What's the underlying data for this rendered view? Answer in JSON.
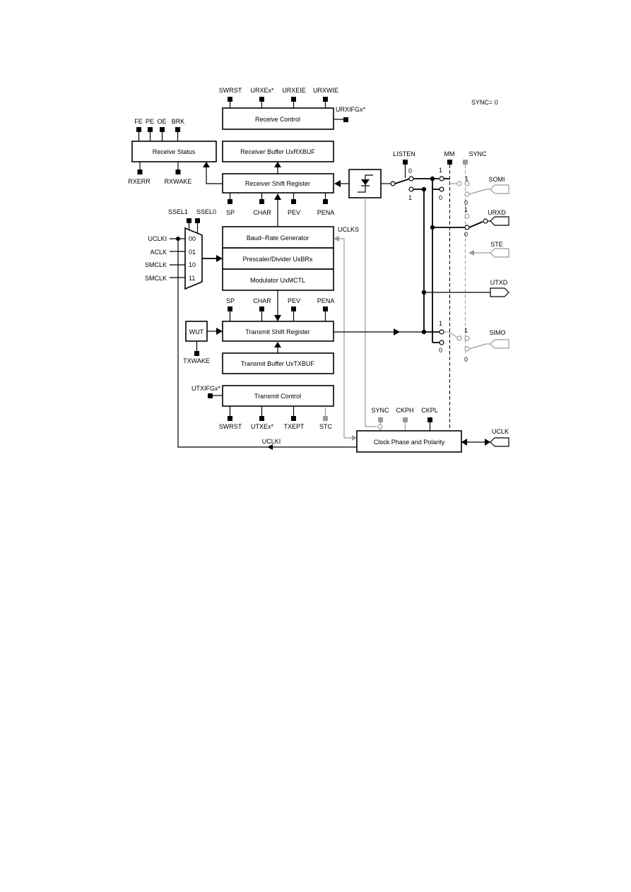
{
  "sync_label": "SYNC= 0",
  "blocks": {
    "receive_control": "Receive Control",
    "receive_status": "Receive Status",
    "receiver_buffer": "Receiver Buffer UxRXBUF",
    "receiver_shift": "Receiver Shift Register",
    "baud_rate": "Baud−Rate Generator",
    "prescaler": "Prescaler/Divider UxBRx",
    "modulator": "Modulator UxMCTL",
    "transmit_shift": "Transmit Shift Register",
    "transmit_buffer": "Transmit Buffer UxTXBUF",
    "transmit_control": "Transmit Control",
    "clock_phase": "Clock Phase and Polarity",
    "wut": "WUT"
  },
  "signals": {
    "swrst_top": "SWRST",
    "urxex": "URXEx*",
    "urxeie": "URXEIE",
    "urxwie": "URXWIE",
    "urxifgx": "URXIFGx*",
    "fe": "FE",
    "pe": "PE",
    "oe": "OE",
    "brk": "BRK",
    "rxerr": "RXERR",
    "rxwake": "RXWAKE",
    "sp_rx": "SP",
    "char_rx": "CHAR",
    "pev_rx": "PEV",
    "pena_rx": "PENA",
    "ssel1": "SSEL1",
    "ssel0": "SSEL0",
    "uclki_in": "UCLKI",
    "aclk": "ACLK",
    "smclk1": "SMCLK",
    "smclk2": "SMCLK",
    "mux_00": "00",
    "mux_01": "01",
    "mux_10": "10",
    "mux_11": "11",
    "uclks": "UCLKS",
    "sp_tx": "SP",
    "char_tx": "CHAR",
    "pev_tx": "PEV",
    "pena_tx": "PENA",
    "txwake": "TXWAKE",
    "utxifgx": "UTXIFGx*",
    "swrst_bot": "SWRST",
    "utxex": "UTXEx*",
    "txept": "TXEPT",
    "stc": "STC",
    "sync_cp": "SYNC",
    "ckph": "CKPH",
    "ckpl": "CKPL",
    "uclki_bot": "UCLKI",
    "listen": "LISTEN",
    "mm": "MM",
    "sync_top": "SYNC",
    "somi": "SOMI",
    "urxd": "URXD",
    "ste": "STE",
    "utxd": "UTXD",
    "simo": "SIMO",
    "uclk": "UCLK"
  },
  "switch_labels": {
    "listen_0": "0",
    "listen_1": "1",
    "mm_1": "1",
    "mm_0": "0",
    "somi_1": "1",
    "somi_0": "0",
    "urxd_1": "1",
    "urxd_0": "0",
    "tx_1": "1",
    "tx_0": "0",
    "simo_1": "1",
    "simo_0": "0"
  }
}
